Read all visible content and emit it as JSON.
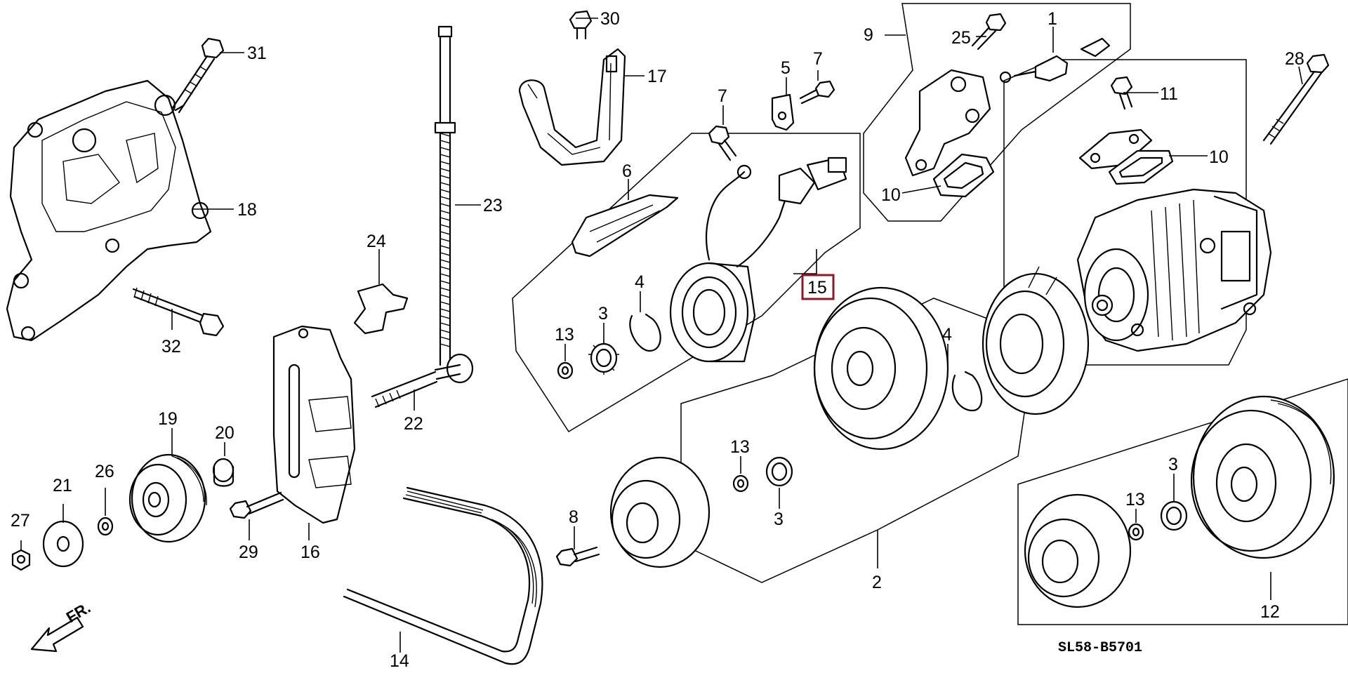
{
  "diagram": {
    "code": "SL58-B5701",
    "direction_label": "FR.",
    "highlighted_part": "15",
    "callouts": {
      "c1": "1",
      "c2": "2",
      "c3a": "3",
      "c3b": "3",
      "c3c": "3",
      "c4a": "4",
      "c4b": "4",
      "c5": "5",
      "c6": "6",
      "c7a": "7",
      "c7b": "7",
      "c8": "8",
      "c9": "9",
      "c10a": "10",
      "c10b": "10",
      "c11": "11",
      "c12": "12",
      "c13a": "13",
      "c13b": "13",
      "c13c": "13",
      "c14": "14",
      "c15": "15",
      "c16": "16",
      "c17": "17",
      "c18": "18",
      "c19": "19",
      "c20": "20",
      "c21": "21",
      "c22": "22",
      "c23": "23",
      "c24": "24",
      "c25": "25",
      "c26": "26",
      "c27": "27",
      "c28": "28",
      "c29": "29",
      "c30": "30",
      "c31": "31",
      "c32": "32"
    }
  }
}
